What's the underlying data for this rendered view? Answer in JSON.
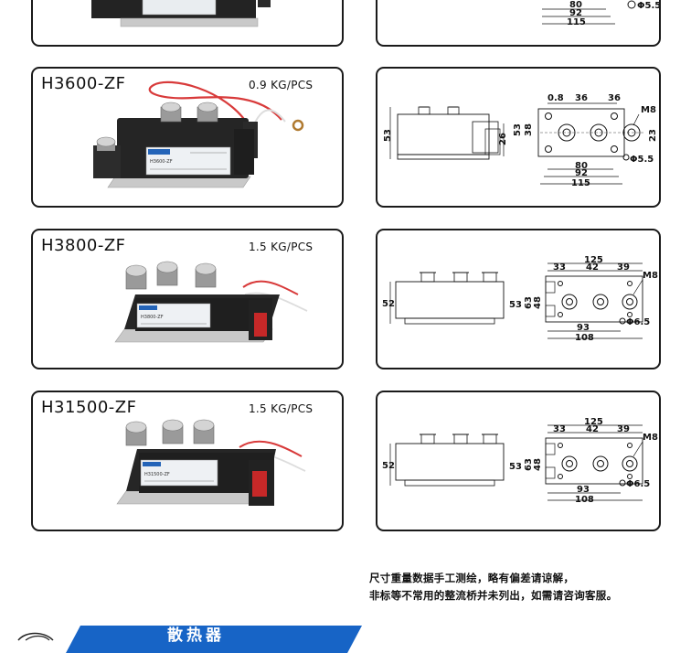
{
  "top_panel": {
    "dims": [
      "80",
      "92",
      "115",
      "Φ5.5"
    ]
  },
  "products": [
    {
      "model": "H3600-ZF",
      "weight": "0.9 KG/PCS",
      "label_model": "H3600-ZF"
    },
    {
      "model": "H3800-ZF",
      "weight": "1.5 KG/PCS",
      "label_model": "H3800-ZF"
    },
    {
      "model": "H31500-ZF",
      "weight": "1.5 KG/PCS",
      "label_model": "H31500-ZF"
    }
  ],
  "drawing_h3600": {
    "top": [
      "0.8",
      "36",
      "36"
    ],
    "thread": "M8",
    "left": "53",
    "side_a": "26",
    "side_b": "53",
    "side_c": "38",
    "right": "23",
    "bottom": [
      "80",
      "92",
      "115"
    ],
    "hole": "Φ5.5"
  },
  "drawing_large": {
    "total": "125",
    "top": [
      "33",
      "42",
      "39"
    ],
    "thread": "M8",
    "left": "52",
    "side": [
      "53",
      "63",
      "48"
    ],
    "bottom": [
      "93",
      "108"
    ],
    "hole": "Φ6.5"
  },
  "notes": {
    "line1": "尺寸重量数据手工测绘，略有偏差请谅解，",
    "line2": "非标等不常用的整流桥并未列出，如需请咨询客服。"
  },
  "banner": {
    "title": "散热器"
  },
  "colors": {
    "banner": "#1764c6",
    "border": "#1a1a1a"
  }
}
